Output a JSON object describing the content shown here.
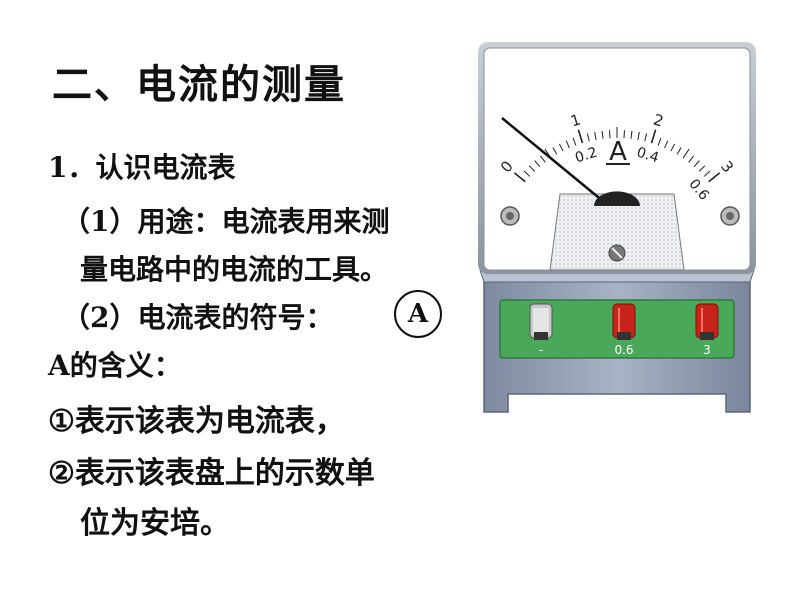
{
  "slide": {
    "title": "二、电流的测量",
    "heading": "1．认识电流表",
    "usage_line1": "（1）用途：电流表用来测",
    "usage_line2": "量电路中的电流的工具。",
    "symbol_line": "（2）电流表的符号：",
    "symbol_letter": "A",
    "meaning_label": "A的含义：",
    "point1_prefix": "①",
    "point1_emph": "表示",
    "point1_rest": "该表为电流表，",
    "point2_prefix": "②",
    "point2_emph": "表示",
    "point2_rest": "该表盘上的示数单",
    "point2_cont": "位为安培。"
  },
  "ammeter": {
    "dial_unit": "A",
    "upper_scale": [
      "0",
      "1",
      "2",
      "3"
    ],
    "lower_scale": [
      "0.2",
      "0.4",
      "0.6"
    ],
    "terminals": [
      "-",
      "0.6",
      "3"
    ],
    "needle_reading": 0,
    "colors": {
      "body": "#9aa6ba",
      "face": "#ffffff",
      "base_panel": "#49ad56",
      "terminal_red": "#d0241c",
      "terminal_negative": "#b8bcc0"
    }
  }
}
